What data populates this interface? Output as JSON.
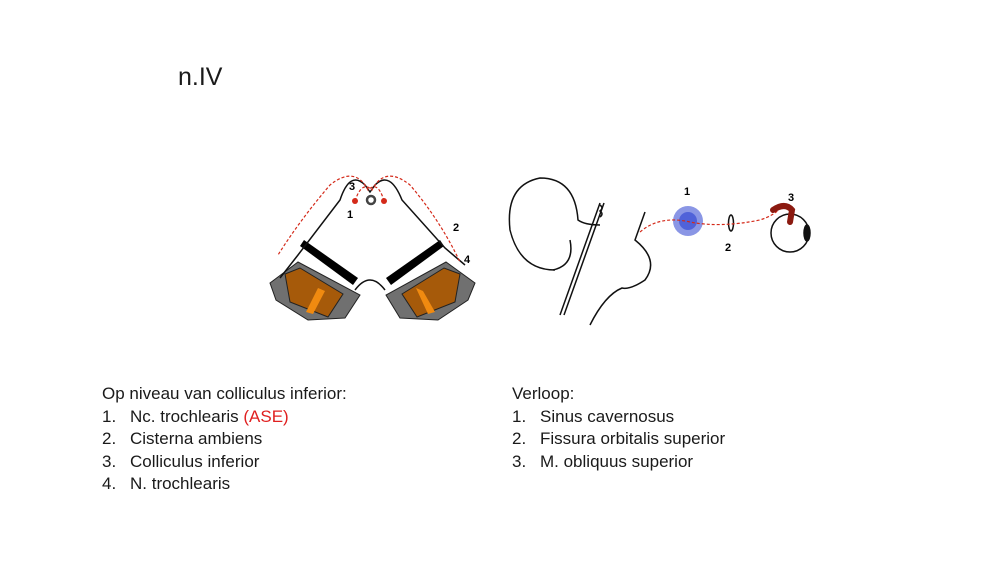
{
  "title": "n.IV",
  "left_list": {
    "heading": "Op niveau van colliculus inferior:",
    "items": [
      {
        "num": "1.",
        "text": "Nc. trochlearis ",
        "highlight": "(ASE)"
      },
      {
        "num": "2.",
        "text": "Cisterna ambiens"
      },
      {
        "num": "3.",
        "text": "Colliculus inferior"
      },
      {
        "num": "4.",
        "text": "N. trochlearis"
      }
    ]
  },
  "right_list": {
    "heading": "Verloop:",
    "items": [
      {
        "num": "1.",
        "text": "Sinus cavernosus"
      },
      {
        "num": "2.",
        "text": "Fissura orbitalis superior"
      },
      {
        "num": "3.",
        "text": "M. obliquus superior"
      }
    ]
  },
  "diagram_labels": {
    "left": [
      "1",
      "2",
      "3",
      "4"
    ],
    "right": [
      "1",
      "2",
      "3"
    ]
  },
  "colors": {
    "highlight": "#e02020",
    "nerve": "#d42a1a",
    "sinus": "#2a3fd0",
    "muscle": "#8b1a10",
    "brown": "#a65a0a",
    "orange": "#f08a10",
    "gray": "#707070"
  }
}
